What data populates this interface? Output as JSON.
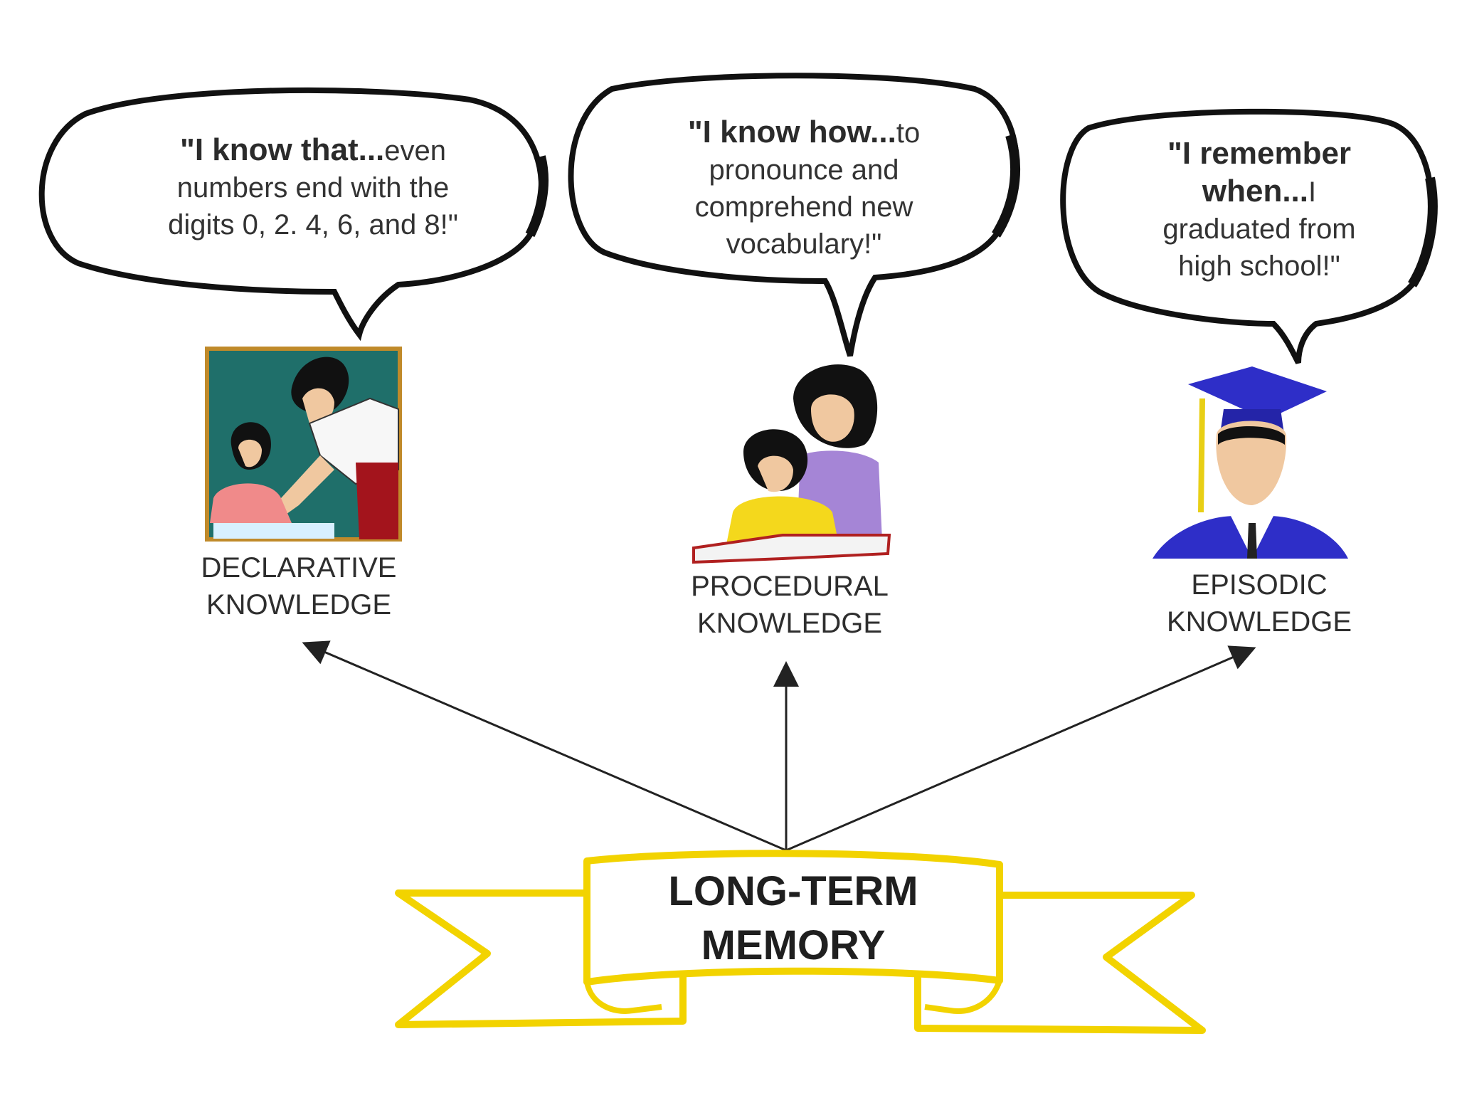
{
  "quotes": {
    "declarative": {
      "lead": "\"I know that...",
      "rest_1": "even",
      "line_2": "numbers end with the",
      "line_3": "digits 0, 2. 4, 6, and 8!\""
    },
    "procedural": {
      "lead": "\"I know how...",
      "rest_1": "to",
      "line_2": "pronounce and",
      "line_3": "comprehend new",
      "line_4": "vocabulary!\""
    },
    "episodic": {
      "lead_1": "\"I remember",
      "lead_2": "when...",
      "rest_2": "I",
      "line_3": "graduated from",
      "line_4": "high school!\""
    }
  },
  "captions": {
    "declarative": {
      "line_1": "DECLARATIVE",
      "line_2": "KNOWLEDGE"
    },
    "procedural": {
      "line_1": "PROCEDURAL",
      "line_2": "KNOWLEDGE"
    },
    "episodic": {
      "line_1": "EPISODIC",
      "line_2": "KNOWLEDGE"
    }
  },
  "banner": {
    "line_1": "LONG-TERM",
    "line_2": "MEMORY"
  },
  "colors": {
    "banner_outline": "#f2d300",
    "bubble_outline": "#111111",
    "arrow": "#222222",
    "classroom_bg": "#1f6f6a",
    "cap": "#2e2ec8",
    "sweater": "#a585d6",
    "shirt_yellow": "#f4d81c",
    "teacher_skirt": "#a3141c",
    "girl_shirt": "#f08a8a"
  },
  "icons": {
    "declarative": "teacher-student-icon",
    "procedural": "parent-child-reading-icon",
    "episodic": "graduate-icon"
  }
}
